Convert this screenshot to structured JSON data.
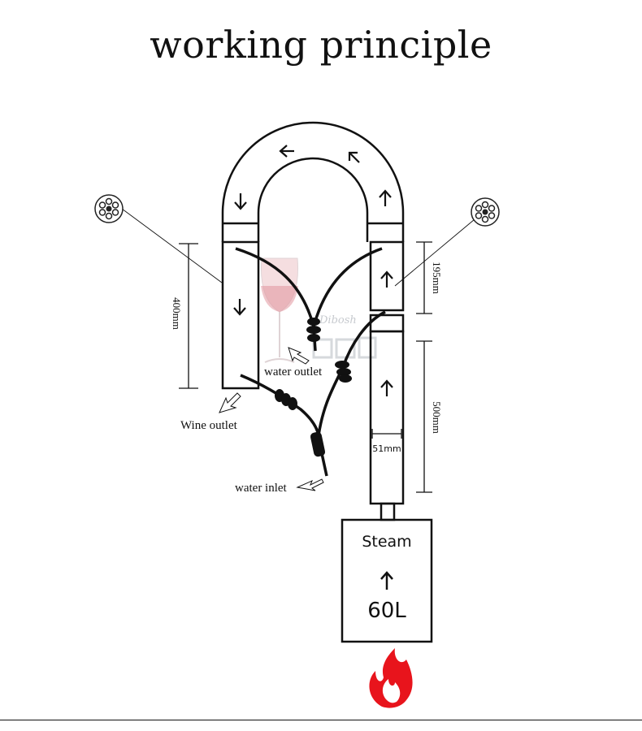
{
  "title": "working principle",
  "labels": {
    "water_outlet": "water outlet",
    "wine_outlet": "Wine outlet",
    "water_inlet": "water inlet",
    "steam": "Steam",
    "volume": "60L",
    "dim_left": "400mm",
    "dim_right_top": "195mm",
    "dim_right_bottom": "500mm",
    "dim_diameter": "51mm"
  },
  "watermark": "Dibosh",
  "colors": {
    "line": "#111111",
    "flame_outer": "#e8141c",
    "glass_wine": "#c0142a"
  },
  "icons": [
    "filter-disc-icon",
    "arrow-icon",
    "hose-clamp-icon",
    "flame-icon",
    "wine-glass-icon",
    "pointer-hand-icon"
  ]
}
